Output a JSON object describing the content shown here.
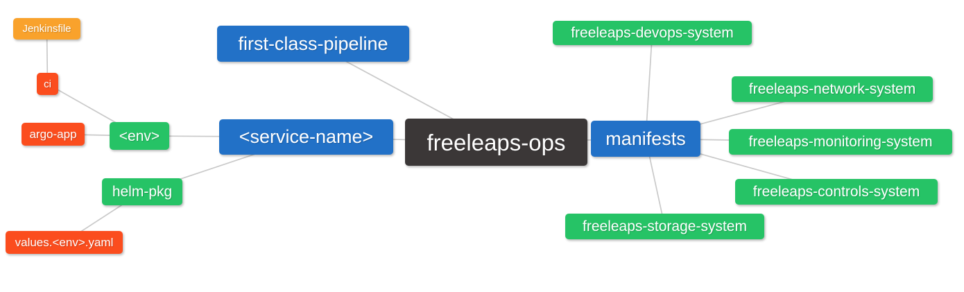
{
  "diagram": {
    "title": "freeleaps-ops mind map",
    "root_id": "freeleaps-ops",
    "nodes": [
      {
        "id": "jenkinsfile",
        "label": "Jenkinsfile",
        "color": "amber"
      },
      {
        "id": "ci",
        "label": "ci",
        "color": "red"
      },
      {
        "id": "argo-app",
        "label": "argo-app",
        "color": "red"
      },
      {
        "id": "env",
        "label": "<env>",
        "color": "green"
      },
      {
        "id": "helm-pkg",
        "label": "helm-pkg",
        "color": "green"
      },
      {
        "id": "values-env-yaml",
        "label": "values.<env>.yaml",
        "color": "red"
      },
      {
        "id": "first-class-pipeline",
        "label": "first-class-pipeline",
        "color": "blue"
      },
      {
        "id": "service-name",
        "label": "<service-name>",
        "color": "blue"
      },
      {
        "id": "freeleaps-ops",
        "label": "freeleaps-ops",
        "color": "dark"
      },
      {
        "id": "manifests",
        "label": "manifests",
        "color": "blue"
      },
      {
        "id": "devops-system",
        "label": "freeleaps-devops-system",
        "color": "green"
      },
      {
        "id": "network-system",
        "label": "freeleaps-network-system",
        "color": "green"
      },
      {
        "id": "monitoring-system",
        "label": "freeleaps-monitoring-system",
        "color": "green"
      },
      {
        "id": "controls-system",
        "label": "freeleaps-controls-system",
        "color": "green"
      },
      {
        "id": "storage-system",
        "label": "freeleaps-storage-system",
        "color": "green"
      }
    ],
    "edges": [
      [
        "jenkinsfile",
        "ci"
      ],
      [
        "ci",
        "env"
      ],
      [
        "argo-app",
        "env"
      ],
      [
        "env",
        "service-name"
      ],
      [
        "helm-pkg",
        "service-name"
      ],
      [
        "values-env-yaml",
        "helm-pkg"
      ],
      [
        "first-class-pipeline",
        "freeleaps-ops"
      ],
      [
        "service-name",
        "freeleaps-ops"
      ],
      [
        "freeleaps-ops",
        "manifests"
      ],
      [
        "manifests",
        "devops-system"
      ],
      [
        "manifests",
        "network-system"
      ],
      [
        "manifests",
        "monitoring-system"
      ],
      [
        "manifests",
        "controls-system"
      ],
      [
        "manifests",
        "storage-system"
      ]
    ],
    "colors": {
      "blue": "#2271c7",
      "green": "#26c366",
      "red": "#fb4d1e",
      "amber": "#f9a22c",
      "dark": "#3b3737",
      "edge": "#c9c9c9",
      "background": "#ffffff",
      "text": "#ffffff"
    }
  }
}
